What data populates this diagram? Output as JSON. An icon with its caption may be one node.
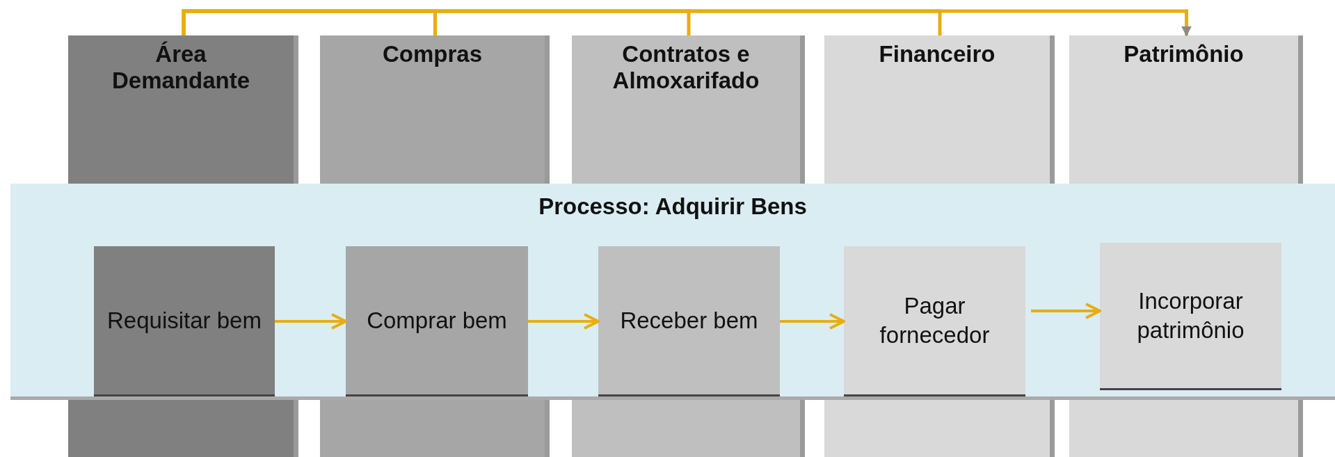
{
  "diagram": {
    "nodes": [
      {
        "text": [
          "Área Demandante"
        ]
      },
      {
        "text": [
          "Compras"
        ]
      },
      {
        "text": [
          "Contratos e Almoxarifado"
        ]
      },
      {
        "text": [
          "Financeiro"
        ]
      },
      {
        "text": [
          "Patrimônio"
        ]
      },
      {
        "text": [
          "Processo: Adquirir Bens"
        ]
      },
      {
        "text": [
          "Requisitar bem"
        ],
        "in": 5
      },
      {
        "text": [
          "Comprar bem"
        ],
        "in": 5
      },
      {
        "text": [
          "Receber bem"
        ],
        "in": 5
      },
      {
        "text": [
          "Pagar fornecedor"
        ],
        "in": 5
      },
      {
        "text": [
          "Incorporar patrimônio"
        ],
        "in": 5
      }
    ],
    "edges": [
      {
        "from": 0,
        "to": 1,
        "arrow": "none"
      },
      {
        "from": 0,
        "to": 2,
        "arrow": "none"
      },
      {
        "from": 0,
        "to": 3,
        "arrow": "none"
      },
      {
        "from": 0,
        "to": 4,
        "arrow": "to"
      },
      {
        "from": 6,
        "to": 7,
        "arrow": "to"
      },
      {
        "from": 7,
        "to": 8,
        "arrow": "to"
      },
      {
        "from": 8,
        "to": 9,
        "arrow": "to"
      },
      {
        "from": 9,
        "to": 10,
        "arrow": "to"
      }
    ]
  }
}
